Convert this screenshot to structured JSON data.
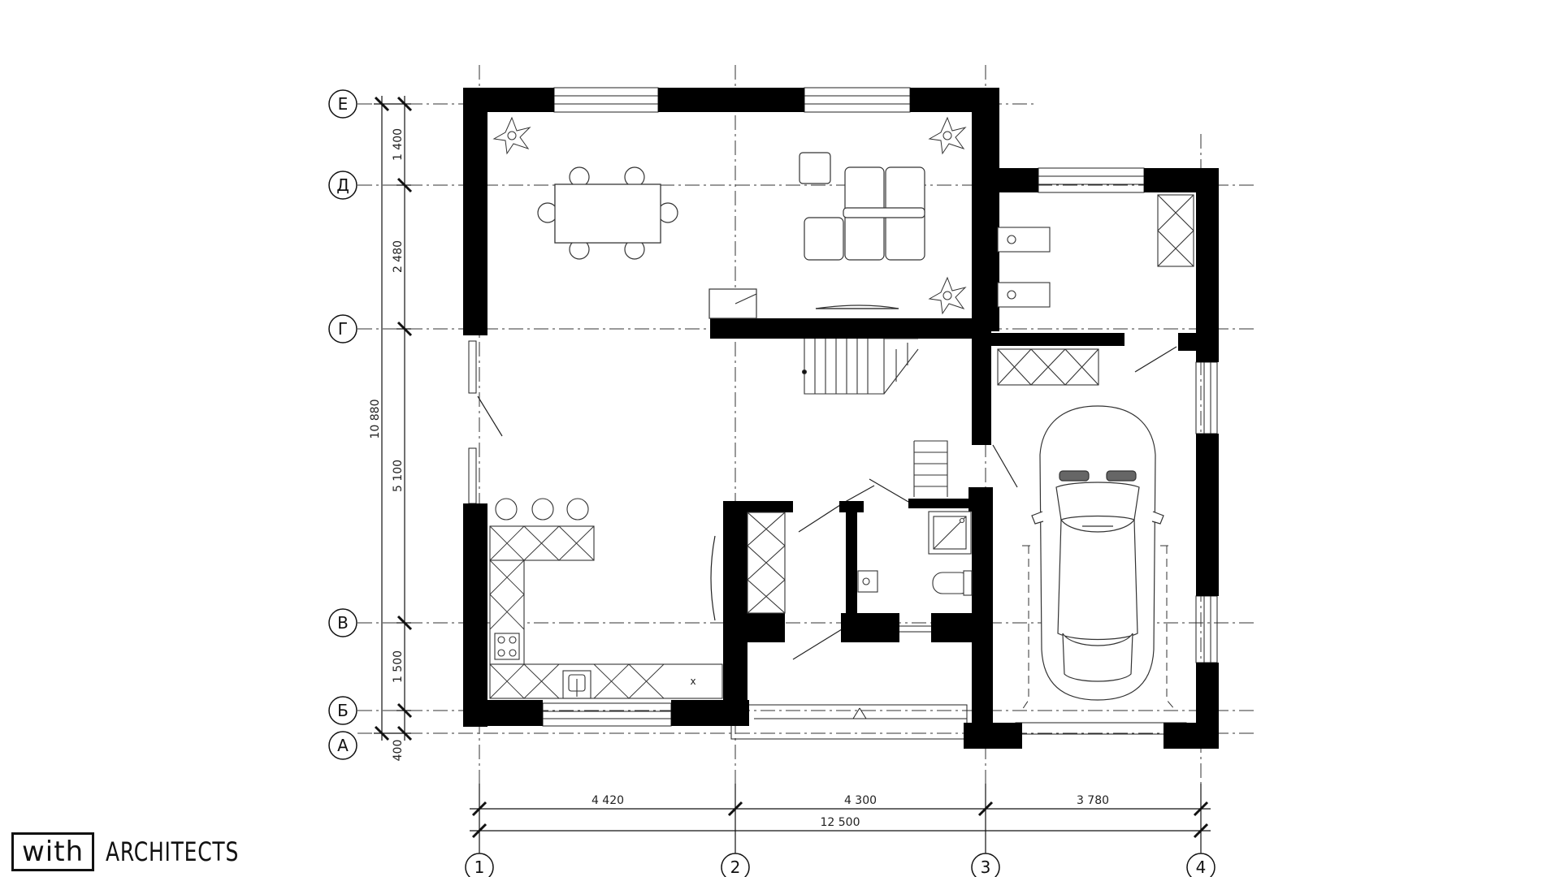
{
  "row_axes": [
    {
      "id": "row-axis-E",
      "label": "Е"
    },
    {
      "id": "row-axis-D",
      "label": "Д"
    },
    {
      "id": "row-axis-G",
      "label": "Г"
    },
    {
      "id": "row-axis-V",
      "label": "В"
    },
    {
      "id": "row-axis-B",
      "label": "Б"
    },
    {
      "id": "row-axis-A",
      "label": "А"
    }
  ],
  "col_axes": [
    {
      "id": "col-axis-1",
      "label": "1"
    },
    {
      "id": "col-axis-2",
      "label": "2"
    },
    {
      "id": "col-axis-3",
      "label": "3"
    },
    {
      "id": "col-axis-4",
      "label": "4"
    }
  ],
  "vertical_dimensions": {
    "segments": [
      "1 400",
      "2 480",
      "5 100",
      "1 500",
      "400"
    ],
    "overall": "10 880"
  },
  "horizontal_dimensions": {
    "segments": [
      "4 420",
      "4 300",
      "3 780"
    ],
    "overall": "12 500"
  },
  "kitchen_mark": "x",
  "logo": {
    "boxed": "with",
    "text": "ARCHITECTS"
  }
}
